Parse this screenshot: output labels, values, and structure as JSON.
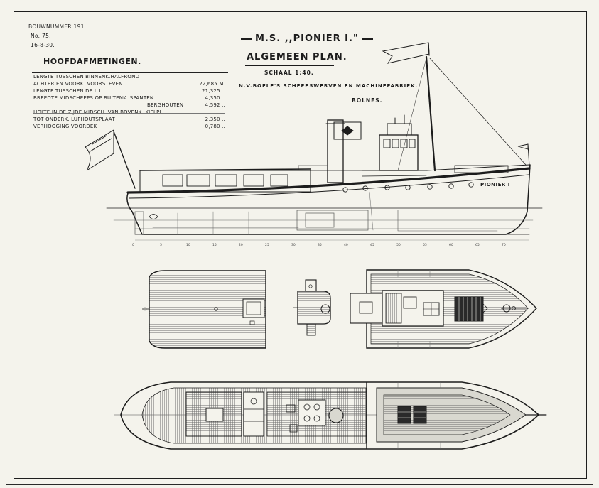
{
  "header": {
    "build_number": "BOUWNUMMER 191.",
    "number": "No. 75.",
    "date": "16-8-30."
  },
  "dimensions": {
    "title": "HOOFDAFMETINGEN.",
    "rows": [
      {
        "label": "LENGTE TUSSCHEN BINNENK.HALFROND",
        "value": ""
      },
      {
        "label": "ACHTER EN VOORK. VOORSTEVEN",
        "value": "22,685 M."
      },
      {
        "label": "LENGTE TUSSCHEN DE L.L.",
        "value": "21,325 .."
      },
      {
        "label": "BREEDTE MIDSCHEEPS OP BUITENK. SPANTEN",
        "value": "4,350 .."
      },
      {
        "label": "BERGHOUTEN",
        "value": "4,592 .."
      },
      {
        "label": "HOLTE IN DE ZIJDE MIDSCH. VAN BOVENK. KIELPL.",
        "value": ""
      },
      {
        "label": "TOT ONDERK. LUFHOUTSPLAAT",
        "value": "2,350 .."
      },
      {
        "label": "VERHOOGING VOORDEK",
        "value": "0,780 .."
      }
    ]
  },
  "title_block": {
    "ship_name": "M.S. ,,PIONIER I.\"",
    "plan_title": "ALGEMEEN PLAN.",
    "scale": "SCHAAL 1:40.",
    "shipyard": "N.V.BOELE'S SCHEEPSWERVEN EN MACHINEFABRIEK.",
    "location": "BOLNES."
  },
  "drawing": {
    "hull_name": "PIONIER I",
    "ink_color": "#1c1c1c",
    "paper_color": "#f4f3ec",
    "frame_marks": [
      "0",
      "5",
      "10",
      "15",
      "20",
      "25",
      "30",
      "35",
      "40",
      "45",
      "50",
      "55",
      "60",
      "65",
      "70"
    ]
  }
}
